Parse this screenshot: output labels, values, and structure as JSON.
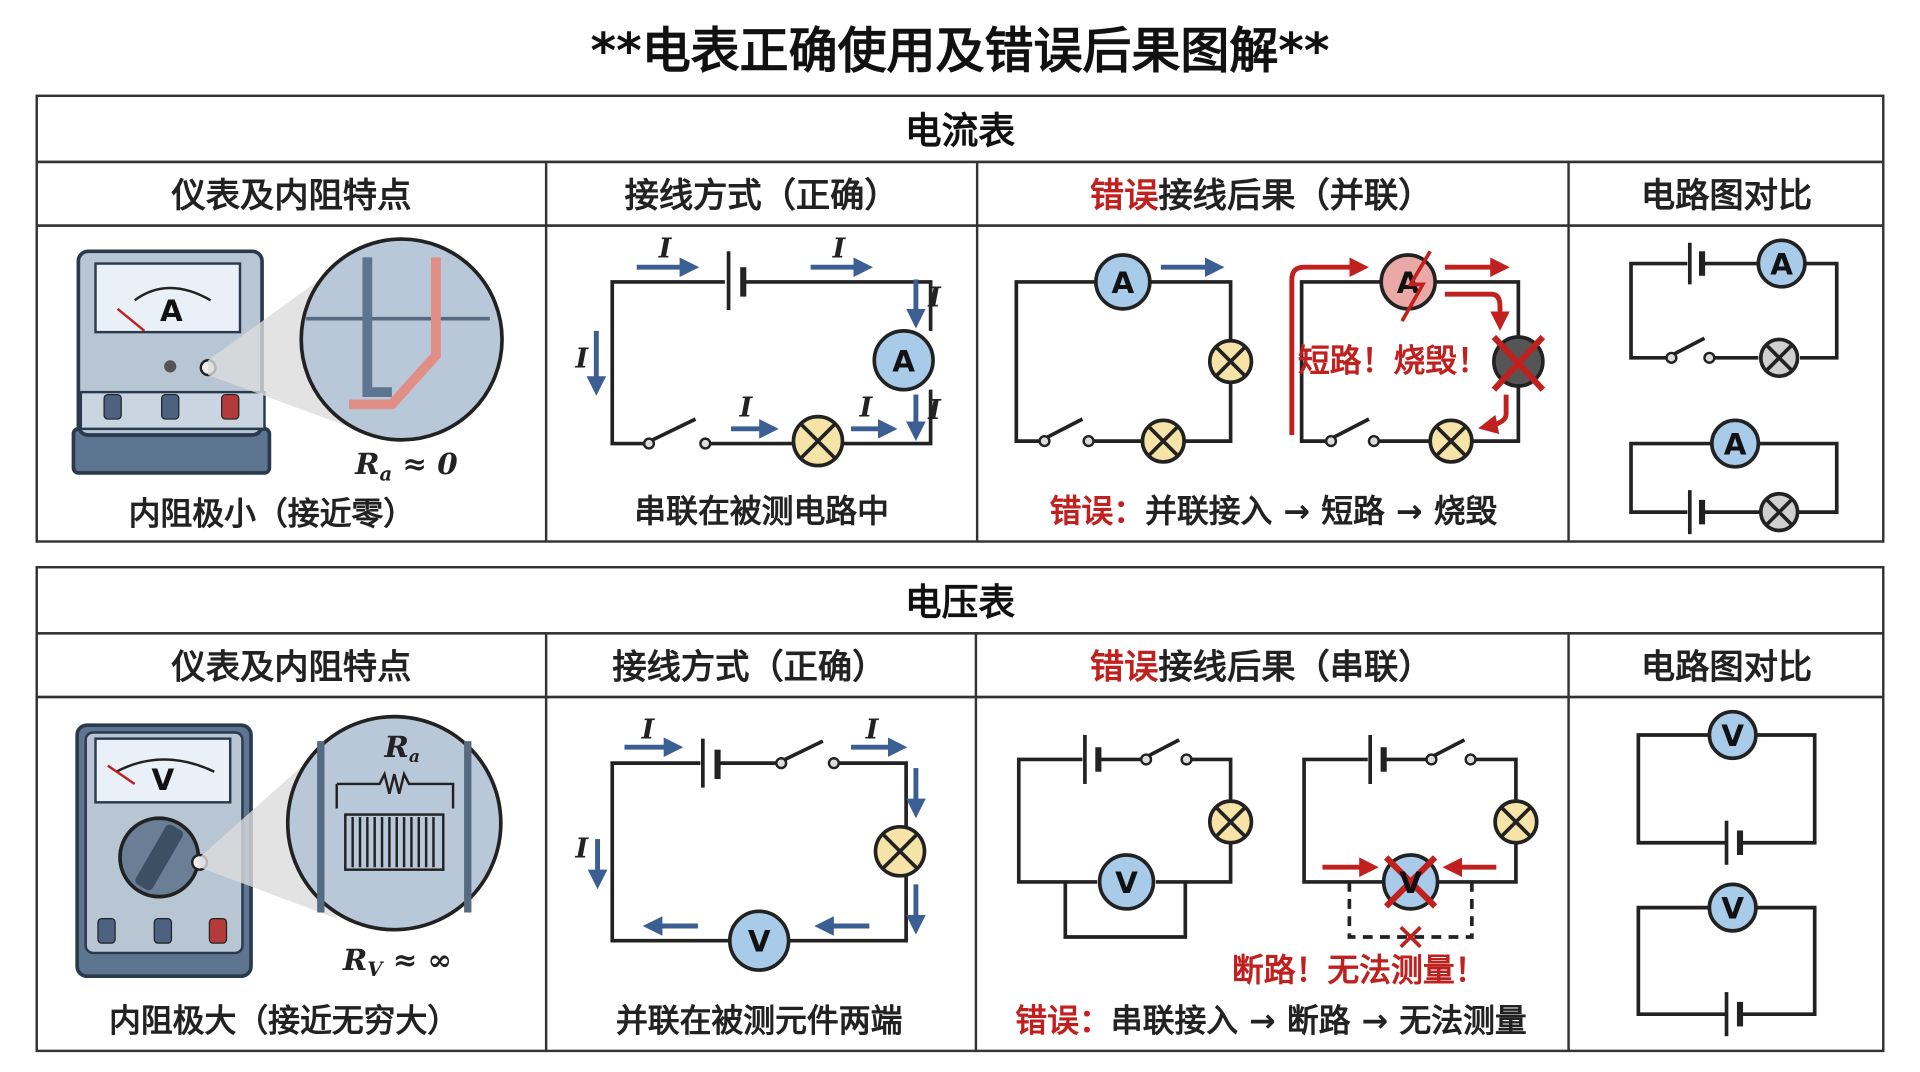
{
  "title": "**电表正确使用及错误后果图解**",
  "current_symbol": "I",
  "ammeter": {
    "header": "电流表",
    "col_meter": "仪表及内阻特点",
    "col_correct": "接线方式（正确）",
    "col_wrong_prefix": "错误",
    "col_wrong_rest": "接线后果（并联）",
    "col_compare": "电路图对比",
    "symbol": "A",
    "resistance_symbol": "R",
    "resistance_sub": "a",
    "resistance_rel": " ≈ 0",
    "meter_caption": "内阻极小（接近零）",
    "correct_caption": "串联在被测电路中",
    "wrong_alert": "短路！烧毁！",
    "wrong_caption_prefix": "错误：",
    "wrong_caption_rest": "并联接入 → 短路 → 烧毁"
  },
  "voltmeter": {
    "header": "电压表",
    "col_meter": "仪表及内阻特点",
    "col_correct": "接线方式（正确）",
    "col_wrong_prefix": "错误",
    "col_wrong_rest": "接线后果（串联）",
    "col_compare": "电路图对比",
    "symbol": "V",
    "inner_resistor_symbol": "R",
    "inner_resistor_sub": "a",
    "resistance_symbol": "R",
    "resistance_sub": "V",
    "resistance_rel": " ≈ ∞",
    "meter_caption": "内阻极大（接近无穷大）",
    "correct_caption": "并联在被测元件两端",
    "wrong_alert": "断路！无法测量！",
    "wrong_caption_prefix": "错误：",
    "wrong_caption_rest": "串联接入 → 断路 → 无法测量"
  },
  "colors": {
    "header_bg": "#c7dcf0",
    "subheader_bg": "#e2edf8",
    "error_red": "#c0201e",
    "arrow_blue": "#3b5f93",
    "meter_fill": "#a9cbea",
    "lamp_fill": "#f5e3a8"
  }
}
